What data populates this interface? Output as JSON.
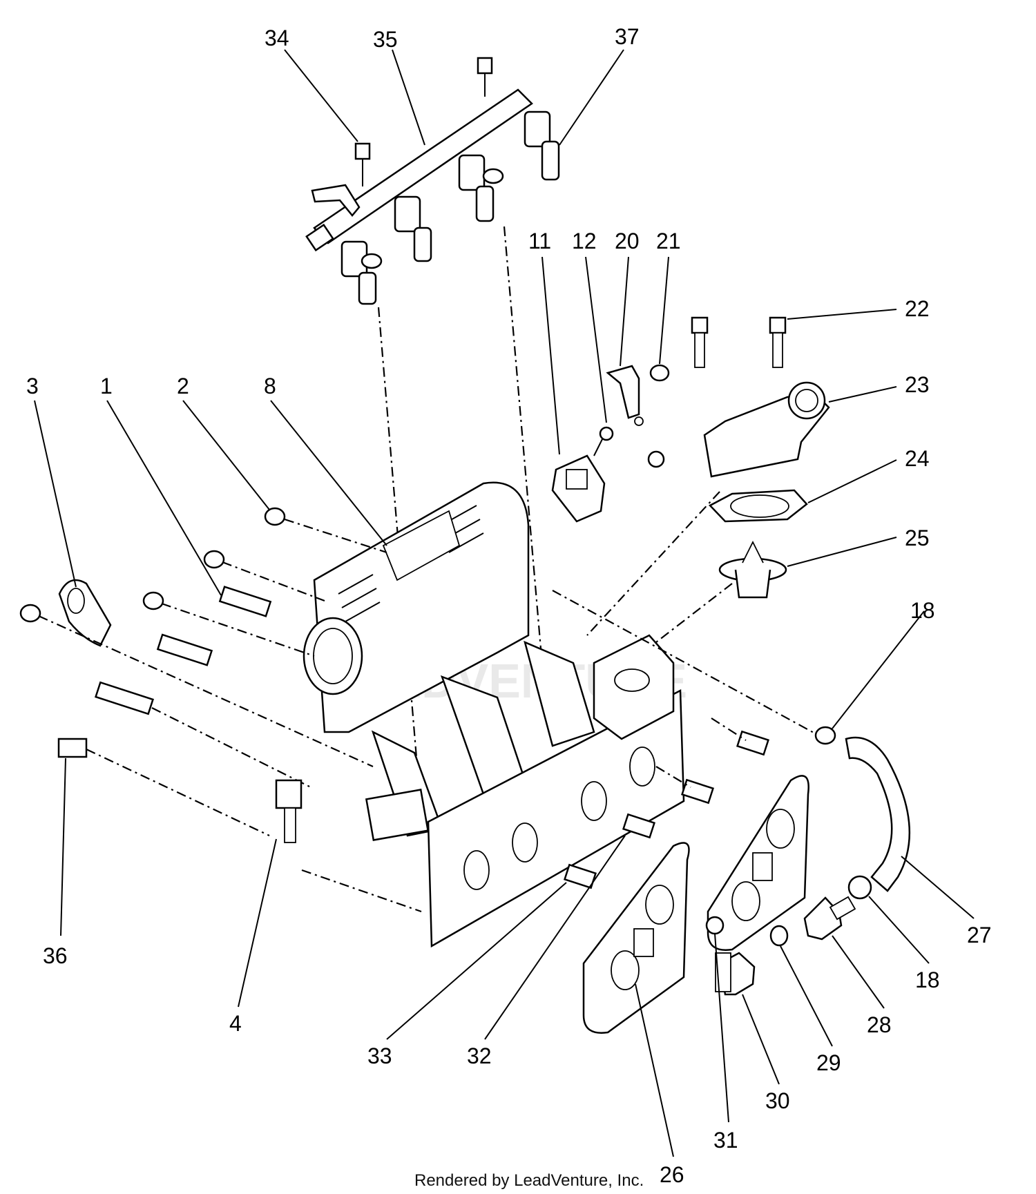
{
  "diagram": {
    "callouts": [
      {
        "id": "c34",
        "label": "34"
      },
      {
        "id": "c35",
        "label": "35"
      },
      {
        "id": "c37",
        "label": "37"
      },
      {
        "id": "c11",
        "label": "11"
      },
      {
        "id": "c12",
        "label": "12"
      },
      {
        "id": "c20",
        "label": "20"
      },
      {
        "id": "c21",
        "label": "21"
      },
      {
        "id": "c22",
        "label": "22"
      },
      {
        "id": "c23",
        "label": "23"
      },
      {
        "id": "c24",
        "label": "24"
      },
      {
        "id": "c25",
        "label": "25"
      },
      {
        "id": "c18a",
        "label": "18"
      },
      {
        "id": "c3",
        "label": "3"
      },
      {
        "id": "c1",
        "label": "1"
      },
      {
        "id": "c2",
        "label": "2"
      },
      {
        "id": "c8",
        "label": "8"
      },
      {
        "id": "c27",
        "label": "27"
      },
      {
        "id": "c18b",
        "label": "18"
      },
      {
        "id": "c28",
        "label": "28"
      },
      {
        "id": "c29",
        "label": "29"
      },
      {
        "id": "c30",
        "label": "30"
      },
      {
        "id": "c31",
        "label": "31"
      },
      {
        "id": "c36",
        "label": "36"
      },
      {
        "id": "c4",
        "label": "4"
      },
      {
        "id": "c33",
        "label": "33"
      },
      {
        "id": "c32",
        "label": "32"
      },
      {
        "id": "c26",
        "label": "26"
      }
    ],
    "footer": "Rendered by LeadVenture, Inc."
  }
}
